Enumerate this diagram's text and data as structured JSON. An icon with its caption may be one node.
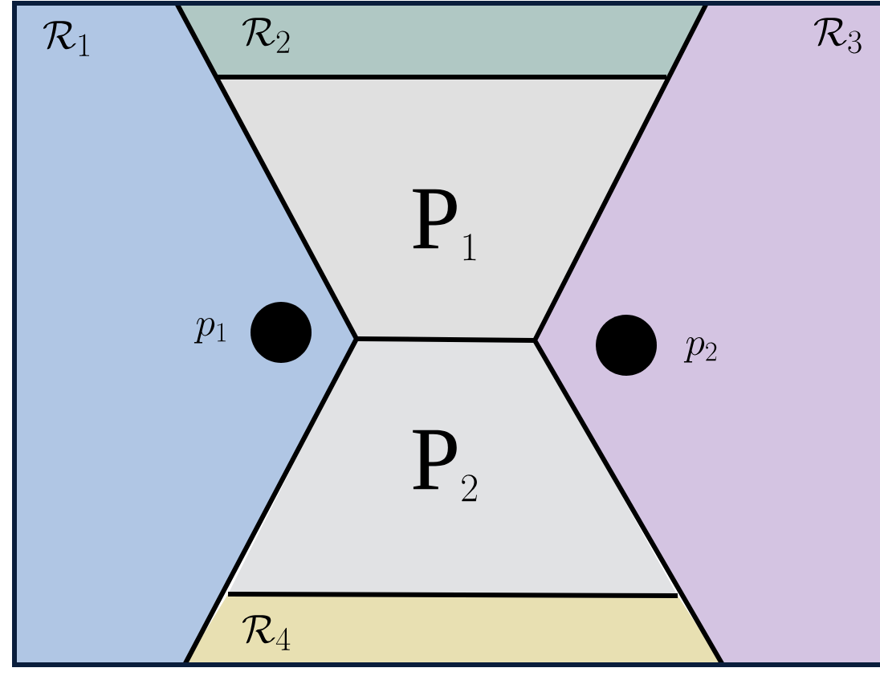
{
  "diagram": {
    "nodes": [
      {
        "text": [
          "\\mathcal{R}_1"
        ]
      },
      {
        "text": [
          "\\mathcal{R}_2"
        ]
      },
      {
        "text": [
          "\\mathcal{R}_3"
        ]
      },
      {
        "text": [
          "\\mathrm{P}_1"
        ]
      },
      {
        "text": [
          "\\mathrm{P}_2"
        ]
      },
      {
        "text": [
          "\\mathcal{R}_4"
        ]
      },
      {
        "text": [
          "p_1"
        ]
      },
      {
        "text": [
          "p_2"
        ]
      }
    ]
  }
}
